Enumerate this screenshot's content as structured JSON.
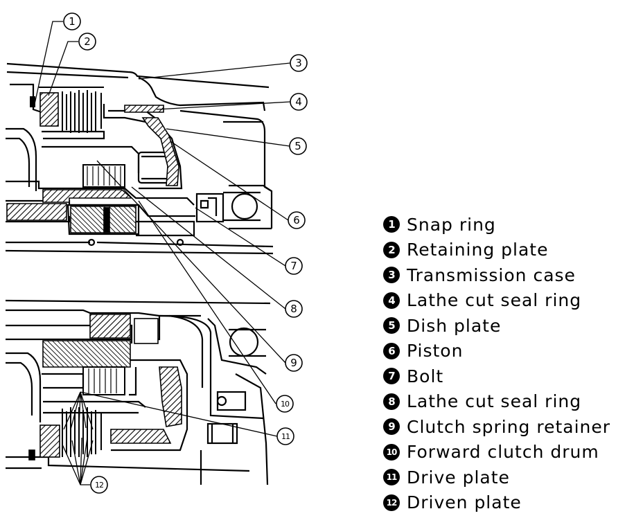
{
  "callouts": [
    "1",
    "2",
    "3",
    "4",
    "5",
    "6",
    "7",
    "8",
    "9",
    "10",
    "11",
    "12"
  ],
  "legend": [
    {
      "num": "1",
      "label": "Snap ring"
    },
    {
      "num": "2",
      "label": "Retaining plate"
    },
    {
      "num": "3",
      "label": "Transmission case"
    },
    {
      "num": "4",
      "label": "Lathe cut seal ring"
    },
    {
      "num": "5",
      "label": "Dish plate"
    },
    {
      "num": "6",
      "label": "Piston"
    },
    {
      "num": "7",
      "label": "Bolt"
    },
    {
      "num": "8",
      "label": "Lathe cut seal ring"
    },
    {
      "num": "9",
      "label": "Clutch spring retainer"
    },
    {
      "num": "10",
      "label": "Forward clutch drum"
    },
    {
      "num": "11",
      "label": "Drive plate"
    },
    {
      "num": "12",
      "label": "Driven plate"
    }
  ]
}
